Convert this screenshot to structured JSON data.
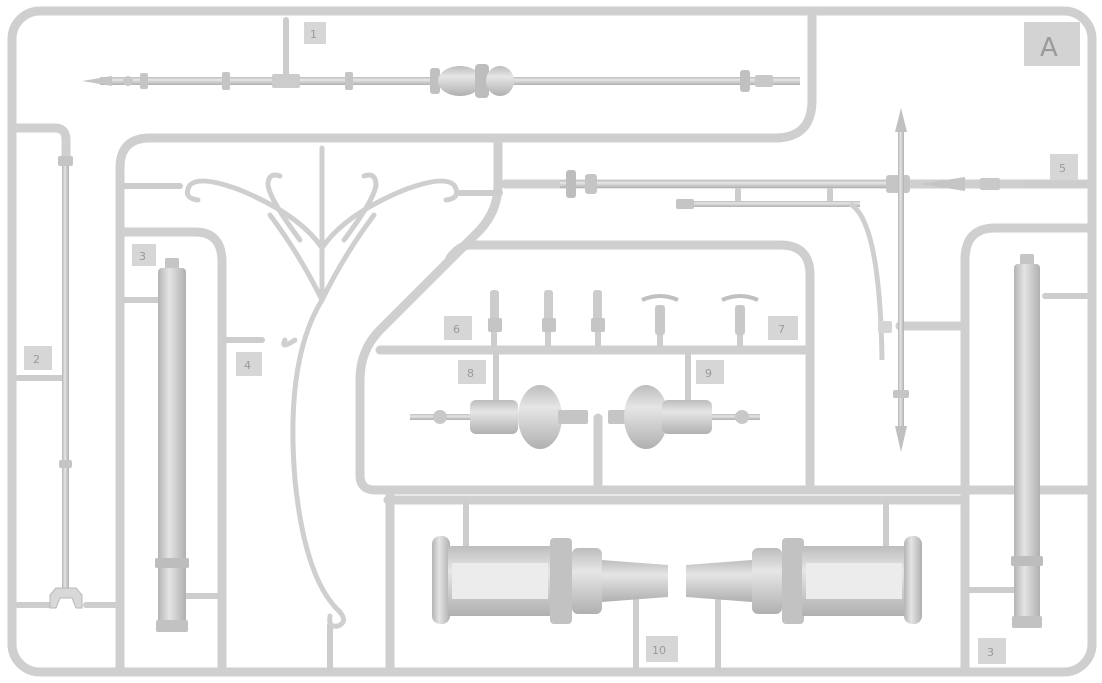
{
  "sprue": {
    "letter": "A",
    "part_numbers": [
      "1",
      "2",
      "3",
      "4",
      "5",
      "6",
      "7",
      "8",
      "9",
      "10",
      "3"
    ]
  },
  "colors": {
    "plastic": "#d3d3d3",
    "plastic_light": "#e2e2e2",
    "plastic_dark": "#a9a9a9",
    "tag": "#cdcdcd",
    "background": "#ffffff"
  }
}
